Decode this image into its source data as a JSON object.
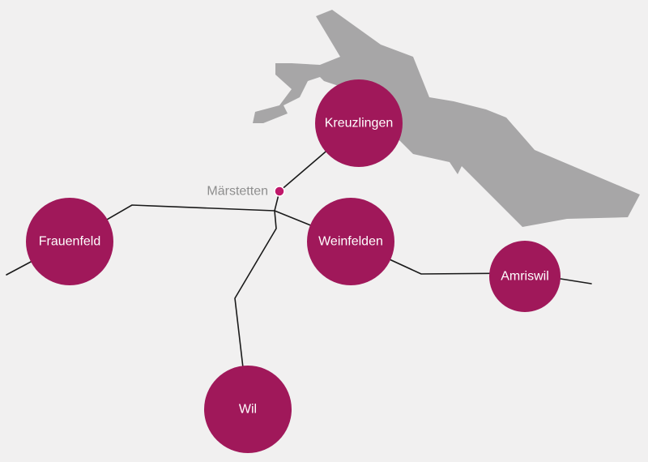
{
  "map": {
    "colors": {
      "background": "#f1f0f0",
      "lake": "#a7a6a7",
      "rail_line": "#1a1a1a",
      "city_marker": "#a0185a",
      "stop_marker": "#c0186a",
      "city_label": "#ffffff",
      "stop_label": "#8e8e8e"
    },
    "cities": {
      "kreuzlingen": "Kreuzlingen",
      "frauenfeld": "Frauenfeld",
      "weinfelden": "Weinfelden",
      "amriswil": "Amriswil",
      "wil": "Wil"
    },
    "stop": {
      "name": "Märstetten"
    },
    "icons": {
      "lake": "lake-shape",
      "stop": "station-dot-icon"
    }
  }
}
